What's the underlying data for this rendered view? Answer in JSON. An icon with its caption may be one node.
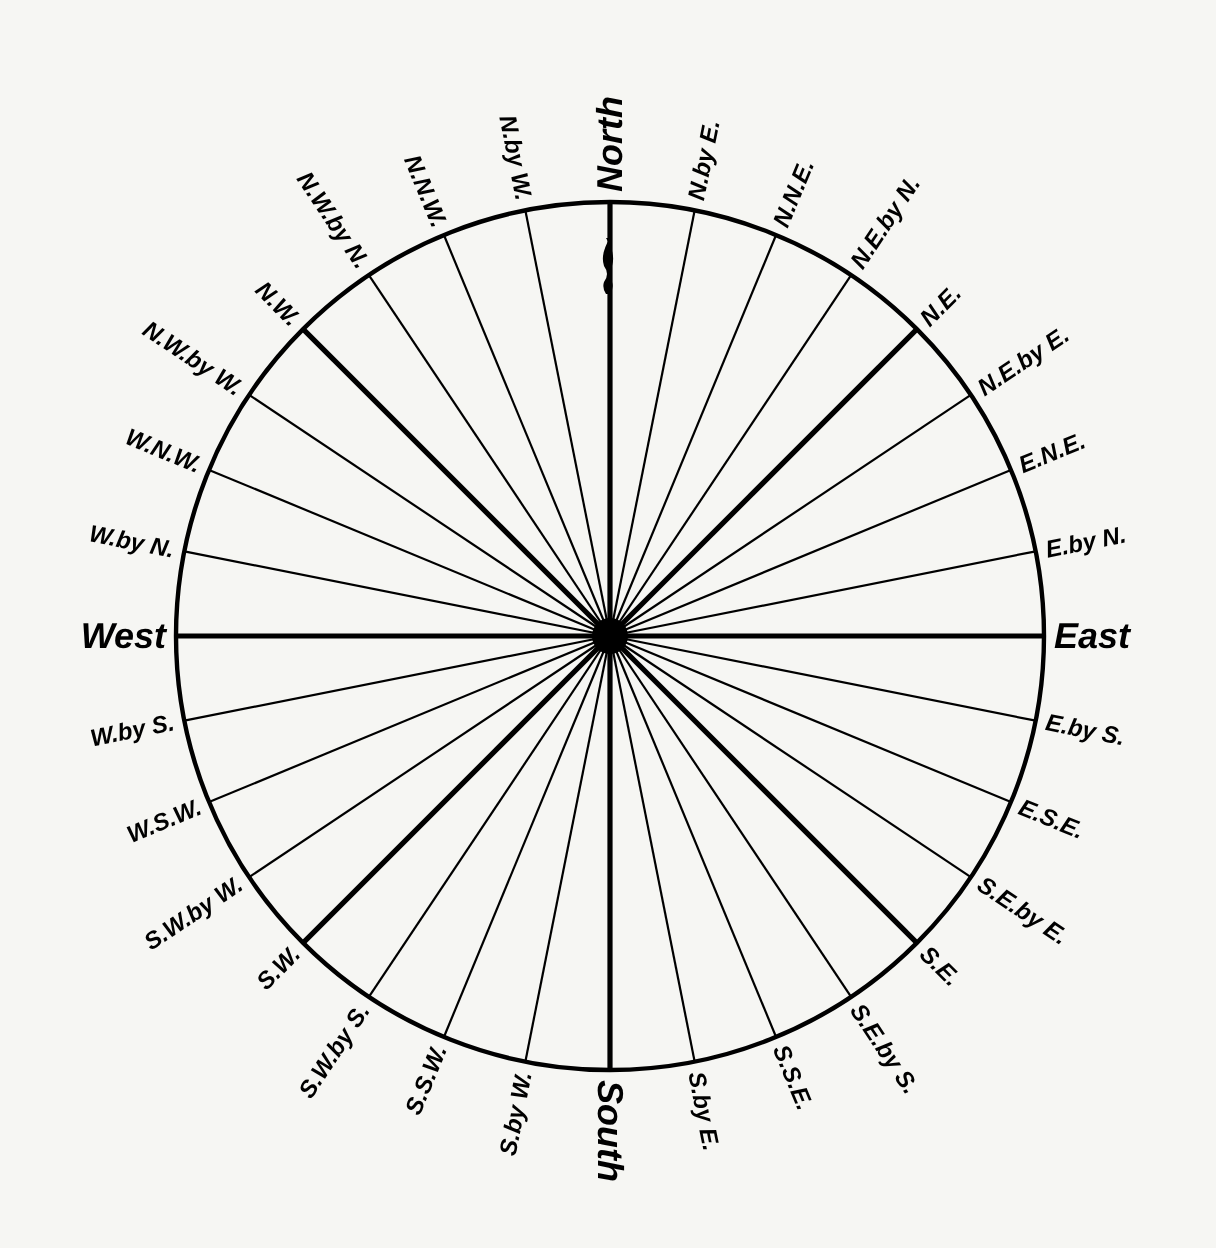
{
  "diagram": {
    "labels": [
      "North",
      "N.by E.",
      "N.N.E.",
      "N.E.by N.",
      "N.E.",
      "N.E.by E.",
      "E.N.E.",
      "E.by N.",
      "East",
      "E.by S.",
      "E.S.E.",
      "S.E.by E.",
      "S.E.",
      "S.E.by S.",
      "S.S.E.",
      "S.by E.",
      "South",
      "S.by W.",
      "S.S.W.",
      "S.W.by S.",
      "S.W.",
      "S.W.by W.",
      "W.S.W.",
      "W.by S.",
      "West",
      "W.by N.",
      "W.N.W.",
      "N.W.by W.",
      "N.W.",
      "N.W.by N.",
      "N.N.W.",
      "N.by W."
    ]
  }
}
